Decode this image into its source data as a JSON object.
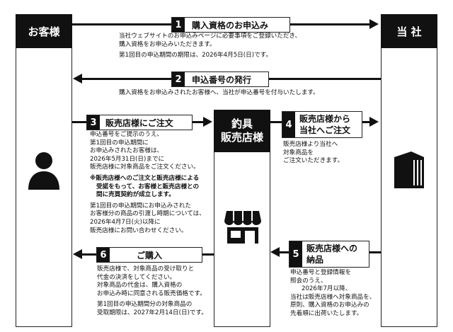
{
  "columns": {
    "customer": "お客様",
    "company": "当 社",
    "retailer": [
      "釣具",
      "販売店様"
    ]
  },
  "steps": {
    "s1": {
      "num": "1",
      "label": "購入資格のお申込み",
      "desc": [
        "当社ウェブサイトのお申込みページに必要事項をご登録いただき、",
        "購入資格をお申込みいただきます。",
        "第1回目の申込期間の期限は、2026年4月5日(日)です。"
      ]
    },
    "s2": {
      "num": "2",
      "label": "申込番号の発行",
      "desc": [
        "購入資格をお申込みされたお客様へ、当社が申込番号を付与いたします。"
      ]
    },
    "s3": {
      "num": "3",
      "label": "販売店様にご注文",
      "desc": [
        "申込番号をご提示のうえ、",
        "第1回目の申込期間に",
        "お申込みされたお客様は、",
        "2026年5月31日(日)までに",
        "販売店様に対象商品をご注文ください。"
      ],
      "note": [
        "※販売店様へのご注文と販売店様による",
        "受諾をもって、お客様と販売店様との",
        "間に売買契約が成立します。"
      ],
      "desc2": [
        "第1回目の申込期間にお申込みされた",
        "お客様分の商品の引渡し時期については、",
        "2026年4月7日(火)以降に",
        "販売店様にお問い合わせください。"
      ]
    },
    "s4": {
      "num": "4",
      "label": [
        "販売店様から",
        "当社へご注文"
      ],
      "desc": [
        "販売店様より当社へ",
        "対象商品を",
        "ご注文いただきます。"
      ]
    },
    "s5": {
      "num": "5",
      "label": [
        "販売店様への",
        "納品"
      ],
      "desc": [
        "申込番号と登録情報を",
        "照会のうえ、",
        "2026年7月以降、",
        "当社は販売店様へ対象商品を、",
        "原則、購入資格のお申込みの",
        "先着順に出荷いたします。"
      ]
    },
    "s6": {
      "num": "6",
      "label": "ご購入",
      "desc": [
        "販売店様で、対象商品の受け取りと",
        "代金の決済をしてください。",
        "対象商品の代金は、購入資格の",
        "お申込み時に同意される販売価格です。"
      ],
      "desc2": [
        "第1回目の申込期間分の対象商品の",
        "受取期限は、2027年2月14日(日)です。"
      ]
    }
  },
  "icons": {
    "customer": "person-icon",
    "company": "building-icon",
    "retailer": "store-icon"
  }
}
